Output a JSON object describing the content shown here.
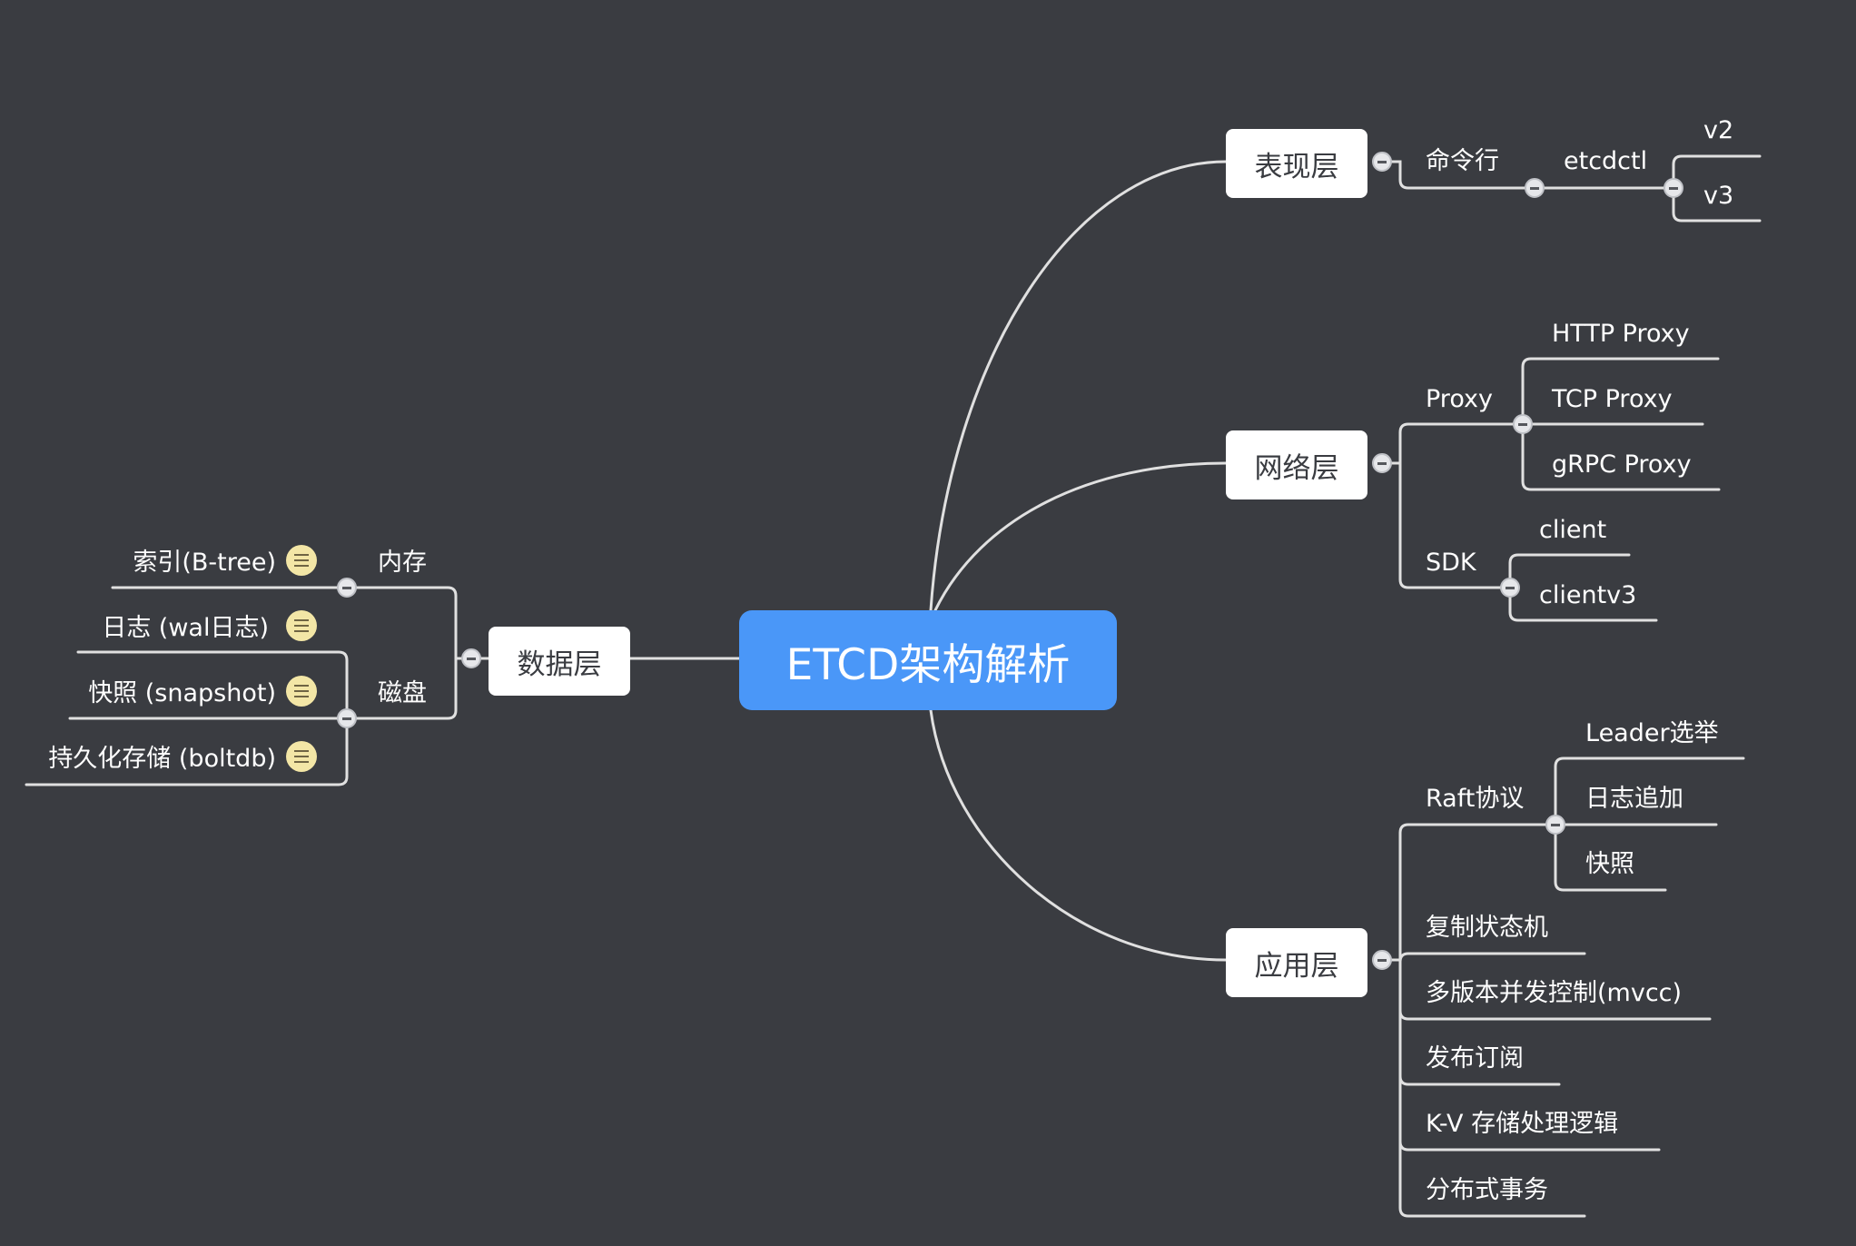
{
  "center": "ETCD架构解析",
  "presentation": {
    "title": "表现层",
    "cli": "命令行",
    "tool": "etcdctl",
    "versions": [
      "v2",
      "v3"
    ]
  },
  "network": {
    "title": "网络层",
    "proxy": "Proxy",
    "proxies": [
      "HTTP Proxy",
      "TCP Proxy",
      "gRPC Proxy"
    ],
    "sdk": "SDK",
    "clients": [
      "client",
      "clientv3"
    ]
  },
  "application": {
    "title": "应用层",
    "raft": "Raft协议",
    "raft_items": [
      "Leader选举",
      "日志追加",
      "快照"
    ],
    "items": [
      "复制状态机",
      "多版本并发控制(mvcc)",
      "发布订阅",
      "K-V 存储处理逻辑",
      "分布式事务"
    ]
  },
  "data_layer": {
    "title": "数据层",
    "memory": "内存",
    "memory_items": [
      "索引(B-tree)"
    ],
    "disk": "磁盘",
    "disk_items": [
      "日志 (wal日志)",
      "快照 (snapshot)",
      "持久化存储 (boltdb)"
    ]
  },
  "colors": {
    "background": "#3a3c41",
    "center_node": "#4a97f8",
    "line": "#e0e0e0",
    "note_icon": "#f3e6a6"
  }
}
